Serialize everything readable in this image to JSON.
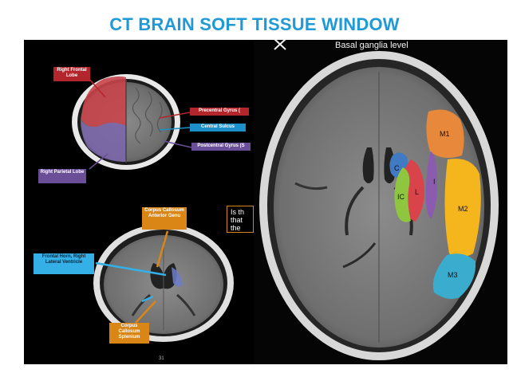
{
  "slide": {
    "title": "CT BRAIN SOFT TISSUE WINDOW",
    "page_number": "31"
  },
  "left_panel_top": {
    "labels": {
      "right_frontal_lobe": "Right Frontal Lobe",
      "precentral_gyrus": "Precentral Gyrus (",
      "central_sulcus": "Central Sulcus",
      "postcentral_gyrus": "Postcentral Gyrus (S",
      "right_parietal_lobe": "Right Parietal Lobe"
    },
    "colors": {
      "frontal": "#c8454a",
      "parietal": "#7a67a8",
      "red_label": "#b3262c",
      "blue_label": "#1d8fc9",
      "purple_label": "#6a4f98"
    }
  },
  "left_panel_bottom": {
    "labels": {
      "corpus_callosum_genu": "Corpus Callosum Anterior Genu",
      "frontal_horn": "Frontal Horn, Right Lateral Ventricle",
      "corpus_callosum_splenium": "Corpus Callosum Splenium"
    },
    "quiz_text": "Is th that the",
    "colors": {
      "orange": "#d98617",
      "cyan": "#34b0e6"
    }
  },
  "right_panel": {
    "heading": "Basal ganglia level",
    "regions": {
      "M1": "M1",
      "M2": "M2",
      "M3": "M3",
      "C": "C",
      "L": "L",
      "IC": "IC",
      "I": "I"
    },
    "colors": {
      "M1": "#e8883a",
      "M2": "#f5b51c",
      "M3": "#3aaccd",
      "C": "#3f7ac2",
      "L": "#d9434a",
      "IC": "#8fc640",
      "I": "#8b5bb0"
    }
  }
}
